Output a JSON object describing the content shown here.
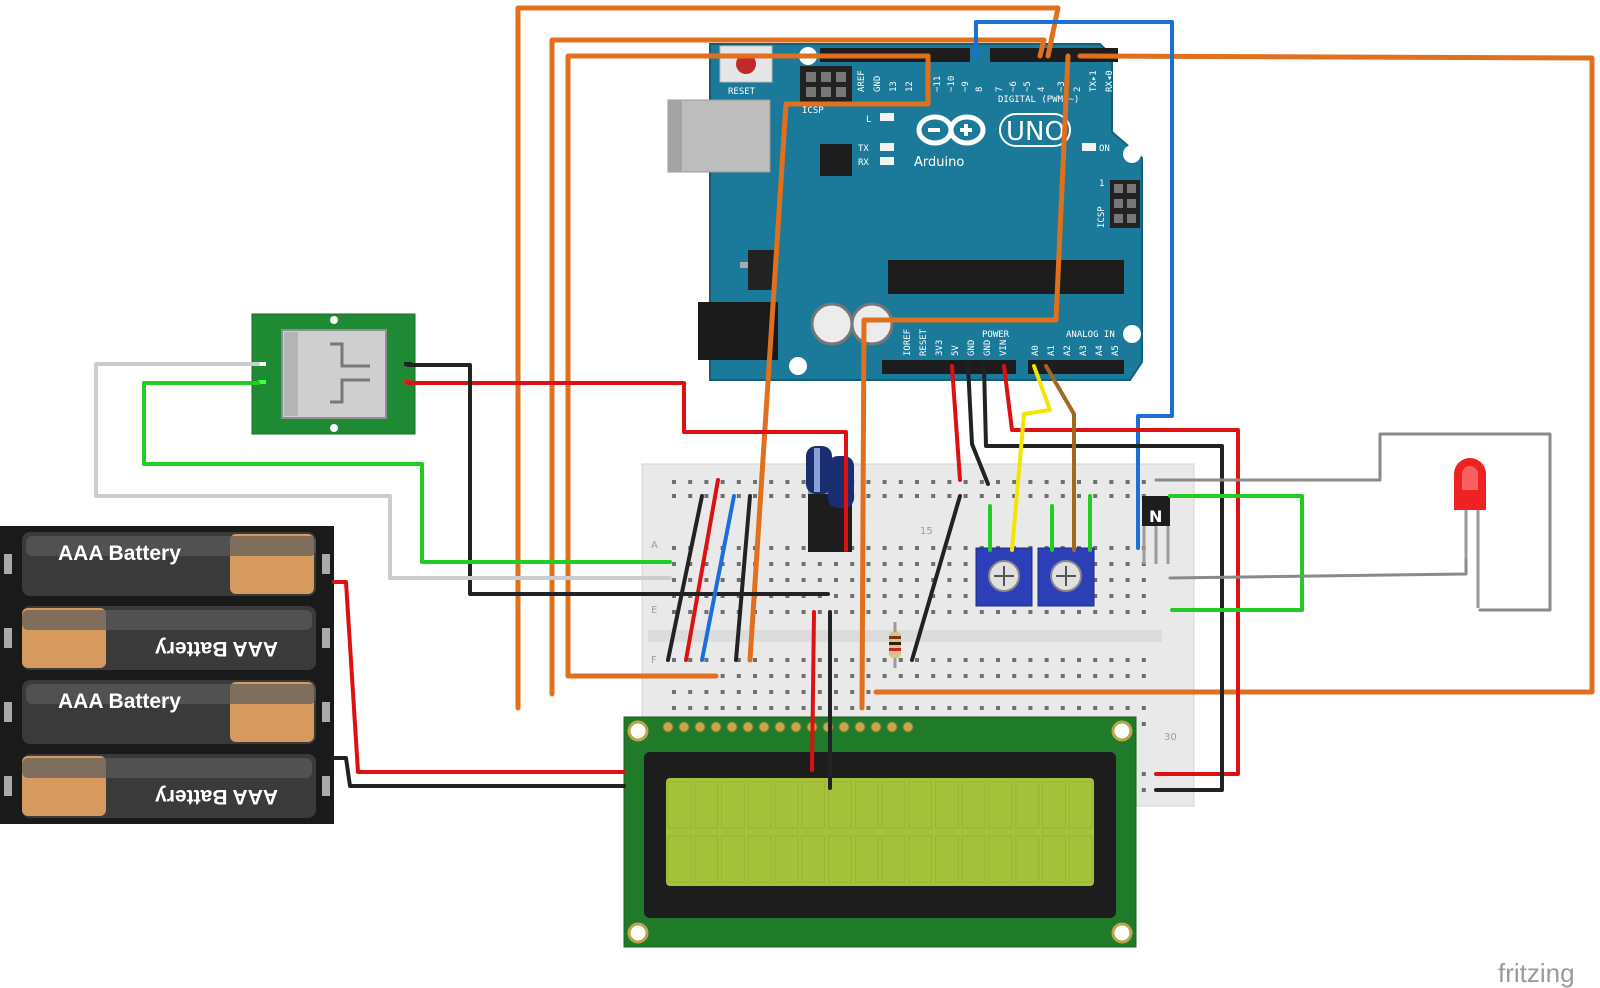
{
  "arduino": {
    "reset_label": "RESET",
    "icsp_label": "ICSP",
    "digital_header_label": "DIGITAL (PWM=~)",
    "led_l_label": "L",
    "led_tx_label": "TX",
    "led_rx_label": "RX",
    "on_label": "ON",
    "brand_label": "Arduino",
    "model_label": "UNO",
    "icsp2_label": "ICSP",
    "icsp2_pin_label": "1",
    "power_header_label": "POWER",
    "analog_header_label": "ANALOG IN",
    "digital_pins": [
      "AREF",
      "GND",
      "13",
      "12",
      "~11",
      "~10",
      "~9",
      "8",
      "7",
      "~6",
      "~5",
      "4",
      "~3",
      "2",
      "TX▸1",
      "RX◂0"
    ],
    "power_pins": [
      "IOREF",
      "RESET",
      "3V3",
      "5V",
      "GND",
      "GND",
      "VIN"
    ],
    "analog_pins": [
      "A0",
      "A1",
      "A2",
      "A3",
      "A4",
      "A5"
    ]
  },
  "batteries": [
    {
      "label": "AAA Battery"
    },
    {
      "label": "AAA Battery"
    },
    {
      "label": "AAA Battery"
    },
    {
      "label": "AAA Battery"
    }
  ],
  "breadboard": {
    "row_labels": [
      "A",
      "E",
      "F"
    ],
    "column_labels": [
      "15",
      "30"
    ]
  },
  "transistor": {
    "label": "N"
  },
  "watermark": "fritzing",
  "colors": {
    "arduino_board": "#1b7a99",
    "wire_orange": "#e0701e",
    "wire_red": "#dd1111",
    "wire_black": "#222222",
    "wire_green": "#22cc22",
    "wire_blue": "#1a6fd8",
    "wire_yellow": "#f2e600",
    "wire_brown": "#a06820",
    "lcd_pcb": "#1f7a2a",
    "lcd_screen": "#a5c23a",
    "led": "#ee2222"
  }
}
